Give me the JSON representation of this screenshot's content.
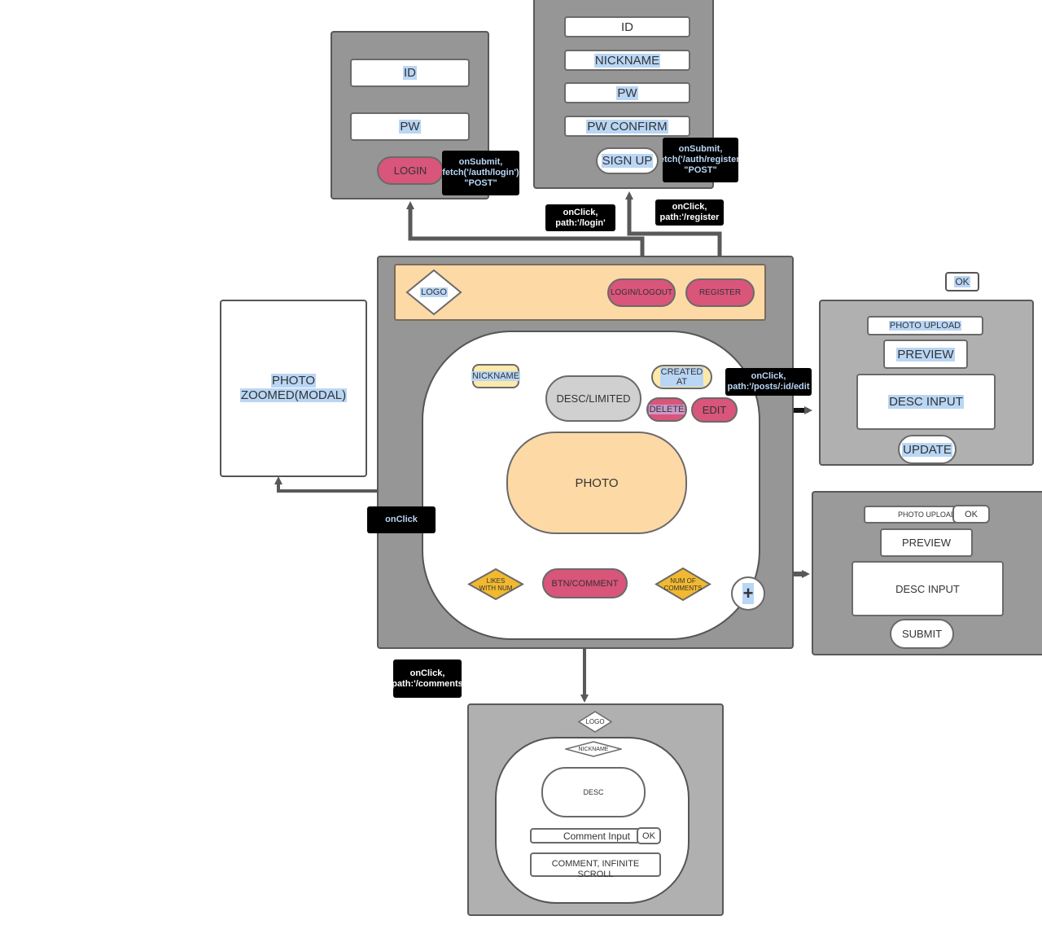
{
  "login_panel": {
    "id": "ID",
    "pw": "PW",
    "login_button": "LOGIN"
  },
  "signup_panel": {
    "id": "ID",
    "nickname": "NICKNAME",
    "pw": "PW",
    "pw_confirm": "PW CONFIRM",
    "signup_button": "SIGN UP"
  },
  "notes": {
    "login_submit_l1": "onSubmit,",
    "login_submit_l2": "fetch('/auth/login')",
    "login_submit_l3": "\"POST\"",
    "register_submit_l1": "onSubmit,",
    "register_submit_l2": "fetch('/auth/register')",
    "register_submit_l3": "\"POST\"",
    "login_click_l1": "onClick,",
    "login_click_l2": "path:'/login'",
    "register_click_l1": "onClick,",
    "register_click_l2": "path:'/register",
    "edit_click_l1": "onClick,",
    "edit_click_l2": "path:'/posts/:id/edit",
    "photo_click": "onClick",
    "comments_click_l1": "onClick,",
    "comments_click_l2": "path:'/comments"
  },
  "header": {
    "logo": "LOGO",
    "login_logout": "LOGIN/LOGOUT",
    "register": "REGISTER"
  },
  "post_card": {
    "nickname": "NICKNAME",
    "desc": "DESC/LIMITED",
    "created_at_l1": "CREATED",
    "created_at_l2": "AT",
    "delete": "DELETE",
    "edit": "EDIT",
    "photo": "PHOTO",
    "likes_l1": "LIKES",
    "likes_l2": "WITH NUM",
    "btn_comment": "BTN/COMMENT",
    "num_comments_l1": "NUM OF",
    "num_comments_l2": "COMMENTS",
    "add": "+"
  },
  "modal": {
    "line1": "PHOTO",
    "line2": "ZOOMED(MODAL)"
  },
  "edit_panel": {
    "ok": "OK",
    "photo_upload": "PHOTO UPLOAD",
    "preview": "PREVIEW",
    "desc_input": "DESC INPUT",
    "update": "UPDATE"
  },
  "new_panel": {
    "photo_upload": "PHOTO UPLOAD",
    "ok": "OK",
    "preview": "PREVIEW",
    "desc_input": "DESC INPUT",
    "submit": "SUBMIT"
  },
  "comments_panel": {
    "logo": "LOGO",
    "nickname": "NICKNAME",
    "desc": "DESC",
    "comment_input": "Comment Input",
    "ok": "OK",
    "comment_list_l1": "COMMENT, INFINITE",
    "comment_list_l2": "SCROLL"
  },
  "colors": {
    "panel_dark": "#969696",
    "header": "#fdd9a6",
    "photo": "#fdd9a6",
    "button_pink": "#d9557a",
    "diamond_yellow": "#f2b930",
    "highlight": "#b9d6f5"
  }
}
